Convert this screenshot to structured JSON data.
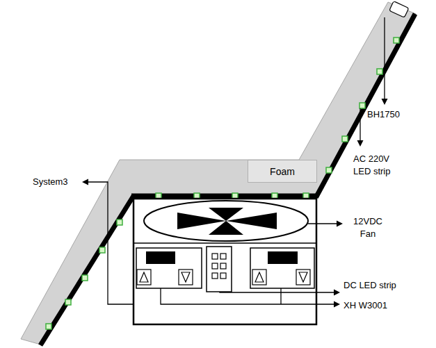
{
  "diagram": {
    "nodes": [
      {
        "text": [
          "Foam"
        ]
      }
    ],
    "labels": [
      "System3",
      "BH1750",
      "AC 220V LED strip",
      "12VDC Fan",
      "DC LED strip",
      "XH W3001"
    ]
  }
}
